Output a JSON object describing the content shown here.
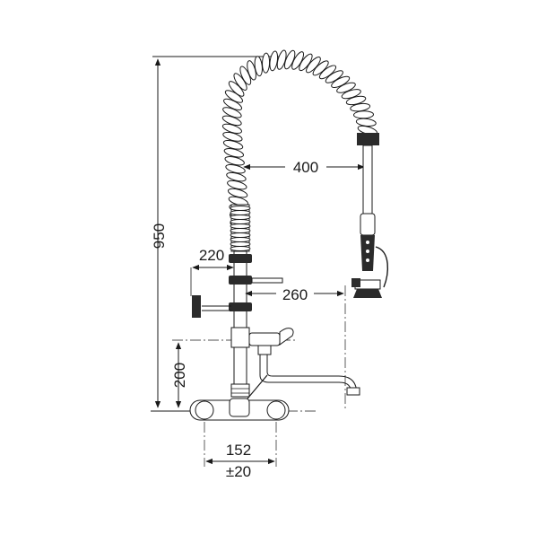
{
  "diagram": {
    "dimensions": {
      "height_total": "950",
      "height_tap": "200",
      "hose_reach": "400",
      "bracket_reach": "220",
      "spray_offset": "260",
      "centres_value": "152",
      "centres_tolerance": "±20"
    }
  },
  "colors": {
    "line": "#1a1a1a",
    "fill": "#ffffff",
    "dark": "#2b2b2b"
  }
}
